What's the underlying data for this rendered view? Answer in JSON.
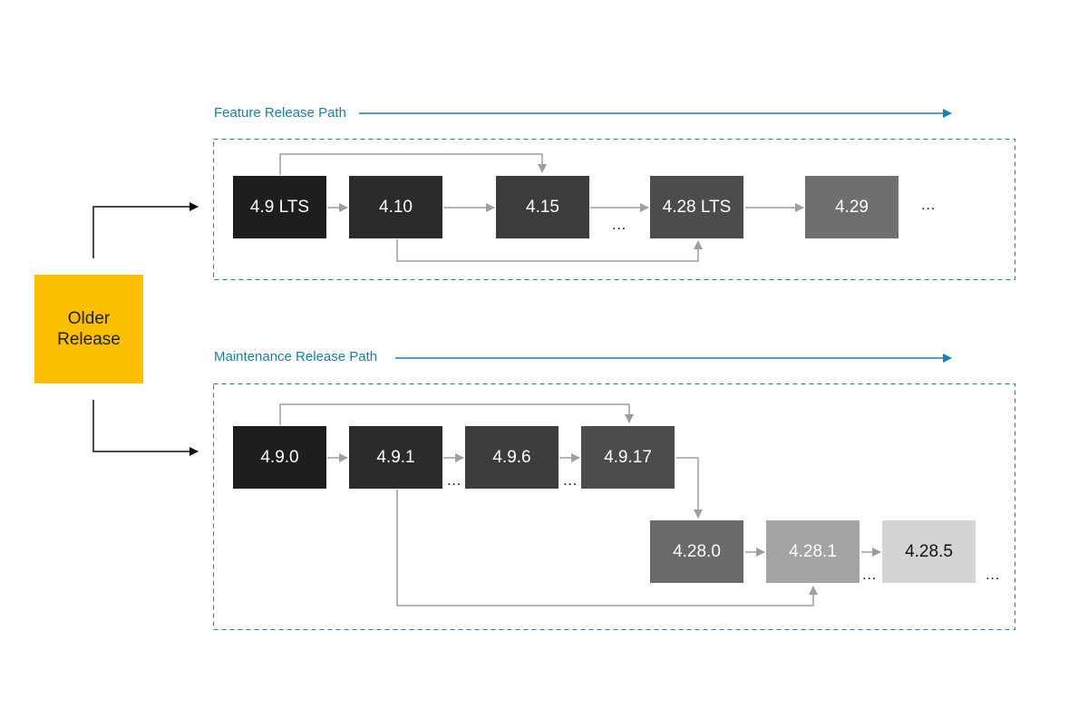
{
  "origin": {
    "line1": "Older",
    "line2": "Release",
    "color": "#fbbf00"
  },
  "feature_path": {
    "title": "Feature Release Path",
    "nodes": [
      {
        "label": "4.9 LTS",
        "color": "#1e1e1e"
      },
      {
        "label": "4.10",
        "color": "#2b2b2b"
      },
      {
        "label": "4.15",
        "color": "#3c3c3c"
      },
      {
        "label": "4.28 LTS",
        "color": "#4c4c4c"
      },
      {
        "label": "4.29",
        "color": "#6f6f6f"
      }
    ],
    "continuation": "...",
    "gap_marker": "..."
  },
  "maintenance_path": {
    "title": "Maintenance Release Path",
    "nodes": [
      {
        "label": "4.9.0",
        "color": "#1e1e1e"
      },
      {
        "label": "4.9.1",
        "color": "#2b2b2b"
      },
      {
        "label": "4.9.6",
        "color": "#3c3c3c"
      },
      {
        "label": "4.9.17",
        "color": "#4c4c4c"
      },
      {
        "label": "4.28.0",
        "color": "#6a6a6a"
      },
      {
        "label": "4.28.1",
        "color": "#a3a3a3"
      },
      {
        "label": "4.28.5",
        "color": "#d4d4d4"
      }
    ],
    "gap_marker": "...",
    "continuation": "..."
  },
  "colors": {
    "path_title": "#1a7fa6",
    "connector": "#9e9e9e",
    "origin_arrow": "#111111",
    "dashed_border": "#1a7fa6"
  }
}
